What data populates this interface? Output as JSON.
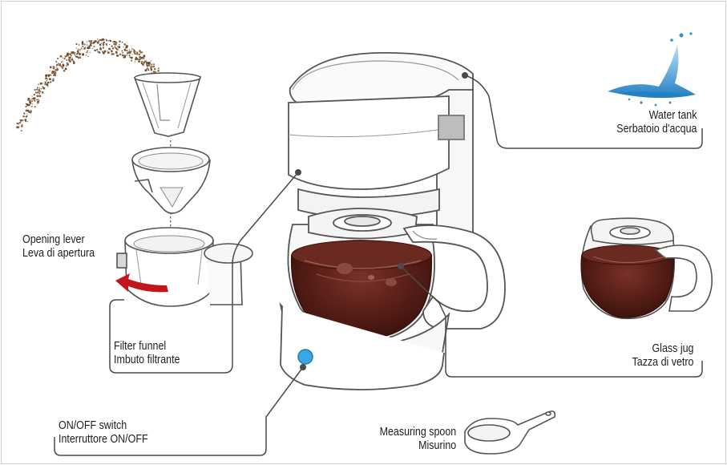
{
  "labels": {
    "water_tank": {
      "en": "Water tank",
      "it": "Serbatoio d'acqua"
    },
    "opening_lever": {
      "en": "Opening lever",
      "it": "Leva di apertura"
    },
    "filter_funnel": {
      "en": "Filter funnel",
      "it": "Imbuto filtrante"
    },
    "glass_jug": {
      "en": "Glass jug",
      "it": "Tazza di vetro"
    },
    "on_off_switch": {
      "en": "ON/OFF switch",
      "it": "Interruttore ON/OFF"
    },
    "measuring_spoon": {
      "en": "Measuring spoon",
      "it": "Misurino"
    }
  },
  "colors": {
    "line": "#4a4a4a",
    "coffee": "#4a1a14",
    "water": "#2f8fd0",
    "switch": "#39a7e0",
    "arrow": "#c0161c",
    "grounds": "#6b4a2e"
  }
}
